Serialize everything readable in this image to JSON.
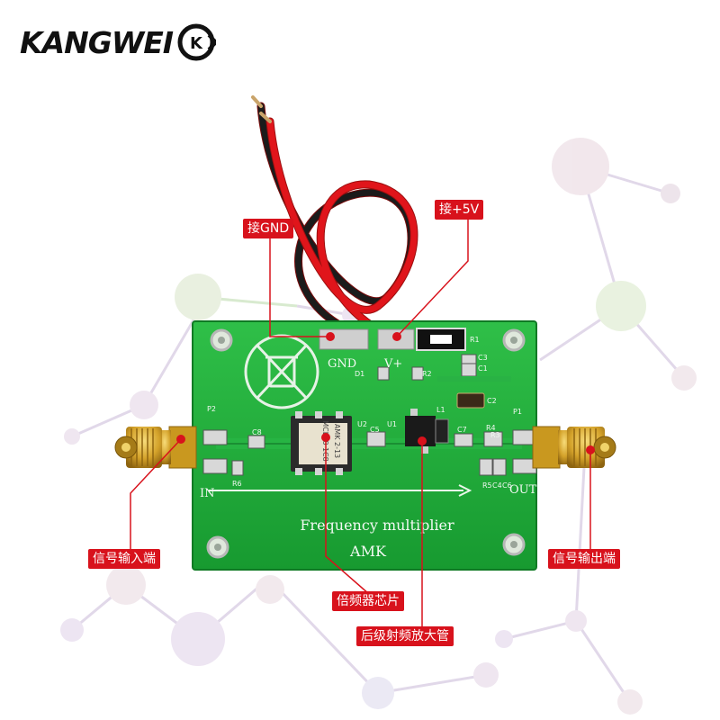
{
  "brand": {
    "name": "KANGWEI",
    "mark_letter": "K"
  },
  "board": {
    "title": "Frequency multiplier",
    "maker": "AMK",
    "label_gnd": "GND",
    "label_vplus": "V+",
    "label_in": "IN",
    "label_out": "OUT",
    "chip_line1": "MCL18 1C8",
    "chip_line2": "AMK 2-13",
    "refs": [
      "R1",
      "C3",
      "C1",
      "C2",
      "D1",
      "R2",
      "P2",
      "C8",
      "U2",
      "C5",
      "U1",
      "L1",
      "C7",
      "R4",
      "R3",
      "P1",
      "R5",
      "C4",
      "C6",
      "R6"
    ]
  },
  "callouts": {
    "gnd": "接GND",
    "v5": "接+5V",
    "input": "信号输入端",
    "output": "信号输出端",
    "chip": "倍频器芯片",
    "amp": "后级射频放大管"
  },
  "colors": {
    "pcb": "#1fa83a",
    "callout_red": "#d8121c",
    "wire_red": "#e0151b",
    "sma_gold": "#d4a22a"
  }
}
